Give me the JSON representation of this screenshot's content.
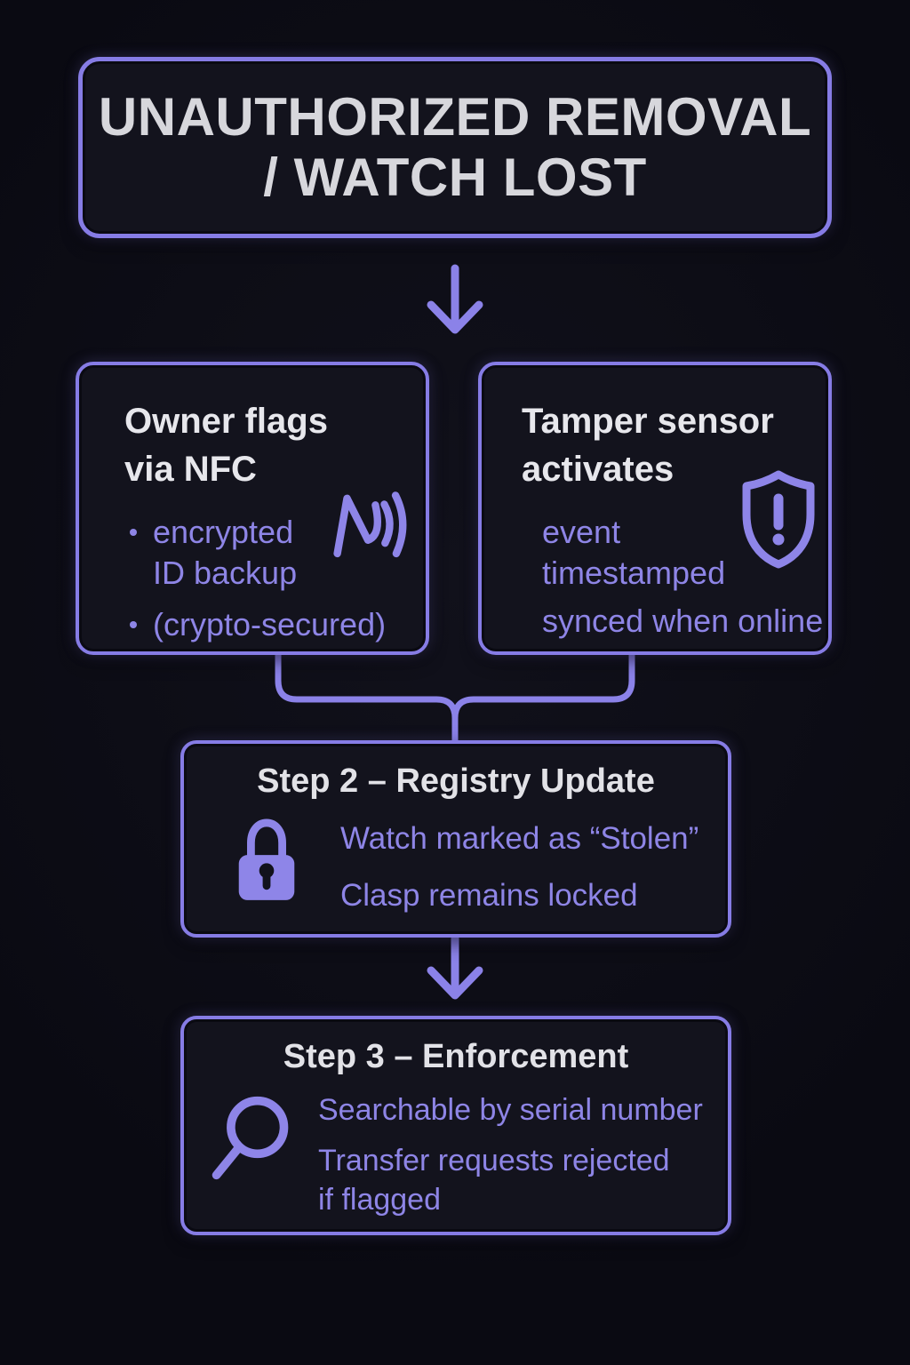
{
  "palette": {
    "background": "#0a0a12",
    "box_fill": "#13131d",
    "border_accent": "#867ce5",
    "connector_accent": "#8b82e8",
    "icon_accent": "#8e85e8",
    "heading_text": "#e7e7ec",
    "title_text": "#d7d7dc",
    "body_text_purple": "#8e85e6"
  },
  "title": {
    "text": "UNAUTHORIZED REMOVAL\n/ WATCH LOST"
  },
  "flow": {
    "owner_box": {
      "icon": "nfc-icon",
      "heading": "Owner flags\nvia NFC",
      "bullets": [
        "encrypted\nID backup",
        "(crypto-secured)"
      ]
    },
    "tamper_box": {
      "icon": "shield-alert-icon",
      "heading": "Tamper sensor\nactivates",
      "lines": [
        "event\ntimestamped",
        "synced when online"
      ]
    },
    "step2": {
      "icon": "lock-icon",
      "heading": "Step 2 – Registry Update",
      "lines": [
        "Watch marked as “Stolen”",
        "Clasp remains locked"
      ]
    },
    "step3": {
      "icon": "search-icon",
      "heading": "Step 3 – Enforcement",
      "lines": [
        "Searchable by serial number",
        "Transfer requests rejected\nif flagged"
      ]
    }
  },
  "connectors": {
    "arrow1": "arrow-down-icon",
    "merge": "merge-connector",
    "arrow2": "arrow-down-icon"
  }
}
